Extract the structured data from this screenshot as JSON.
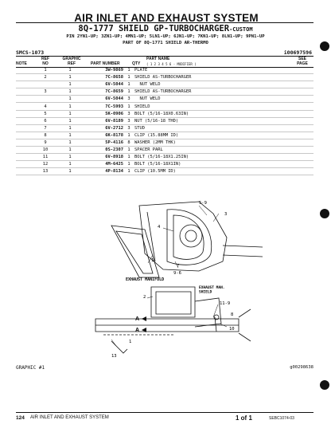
{
  "header": {
    "title": "AIR INLET AND EXHAUST SYSTEM",
    "subtitle_main": "8Q-1777 SHIELD GP-TURBOCHARGER",
    "subtitle_suffix": "-CUSTOM",
    "pins": "PIN 2YN1-UP; 3ZN1-UP; 4MN1-UP; 5LN1-UP; 6JN1-UP; 7KN1-UP; 8LN1-UP; 9PN1-UP",
    "part_of": "PART OF 8Q-1771 SHIELD AR-THERMO",
    "smcs": "SMCS-1073",
    "doc_code": "i00697596"
  },
  "columns": {
    "note": "NOTE",
    "ref": "REF\nNO",
    "graphic_ref": "GRAPHIC\nREF",
    "part_number": "PART NUMBER",
    "qty": "QTY",
    "part_name": "PART NAME",
    "see_page": "SEE\nPAGE"
  },
  "name_subheader": "( 1 2 3 4 5 6 - MODIFIER )",
  "parts": [
    {
      "ref": "1",
      "gref": "1",
      "pn": "3W-9869",
      "qty": "1",
      "name": "PLATE"
    },
    {
      "ref": "2",
      "gref": "1",
      "pn": "7C-8658",
      "qty": "1",
      "name": "SHIELD AS-TURBOCHARGER"
    },
    {
      "ref": "",
      "gref": "1",
      "pn": "6V-5044",
      "qty": "1",
      "name": "  NUT WELD"
    },
    {
      "ref": "3",
      "gref": "1",
      "pn": "7C-8659",
      "qty": "1",
      "name": "SHIELD AS-TURBOCHARGER"
    },
    {
      "ref": "",
      "gref": "1",
      "pn": "6V-5044",
      "qty": "3",
      "name": "  NUT WELD"
    },
    {
      "ref": "4",
      "gref": "1",
      "pn": "7C-5993",
      "qty": "1",
      "name": "SHIELD"
    },
    {
      "ref": "5",
      "gref": "1",
      "pn": "5K-0906",
      "qty": "3",
      "name": "BOLT (5/16-18X0.63IN)"
    },
    {
      "ref": "6",
      "gref": "1",
      "pn": "6V-8189",
      "qty": "3",
      "name": "NUT (5/16-18 THD)"
    },
    {
      "ref": "7",
      "gref": "1",
      "pn": "6V-2712",
      "qty": "3",
      "name": "STUD"
    },
    {
      "ref": "8",
      "gref": "1",
      "pn": "6K-8178",
      "qty": "1",
      "name": "CLIP (15.88MM ID)"
    },
    {
      "ref": "9",
      "gref": "1",
      "pn": "5P-4116",
      "qty": "8",
      "name": "WASHER (2MM THK)"
    },
    {
      "ref": "10",
      "gref": "1",
      "pn": "0S-2307",
      "qty": "1",
      "name": "SPACER PARL"
    },
    {
      "ref": "11",
      "gref": "1",
      "pn": "6V-8918",
      "qty": "1",
      "name": "BOLT (5/16-18X1.25IN)"
    },
    {
      "ref": "12",
      "gref": "1",
      "pn": "4M-6425",
      "qty": "1",
      "name": "BOLT (5/16-18X1IN)"
    },
    {
      "ref": "13",
      "gref": "1",
      "pn": "4P-8134",
      "qty": "1",
      "name": "CLIP (10.5MM ID)"
    }
  ],
  "figure": {
    "labels": {
      "l59": "5-9",
      "l3": "3",
      "l4": "4",
      "l1a": "1",
      "l7": "7",
      "l96": "9-6",
      "manifold": "EXHAUST MANIFOLD",
      "shield": "EXHAUST MAN.\nSHIELD",
      "l2": "2",
      "l119": "11-9",
      "l8": "8",
      "l10": "10",
      "lA1": "A",
      "lA2": "A",
      "l1b": "1",
      "l13": "13"
    }
  },
  "graphic_label": "GRAPHIC #1",
  "graphic_code": "g00298638",
  "footer": {
    "page": "124",
    "section": "AIR INLET AND EXHAUST SYSTEM",
    "of": "1  of  1",
    "form": "SEBC1074-03"
  }
}
